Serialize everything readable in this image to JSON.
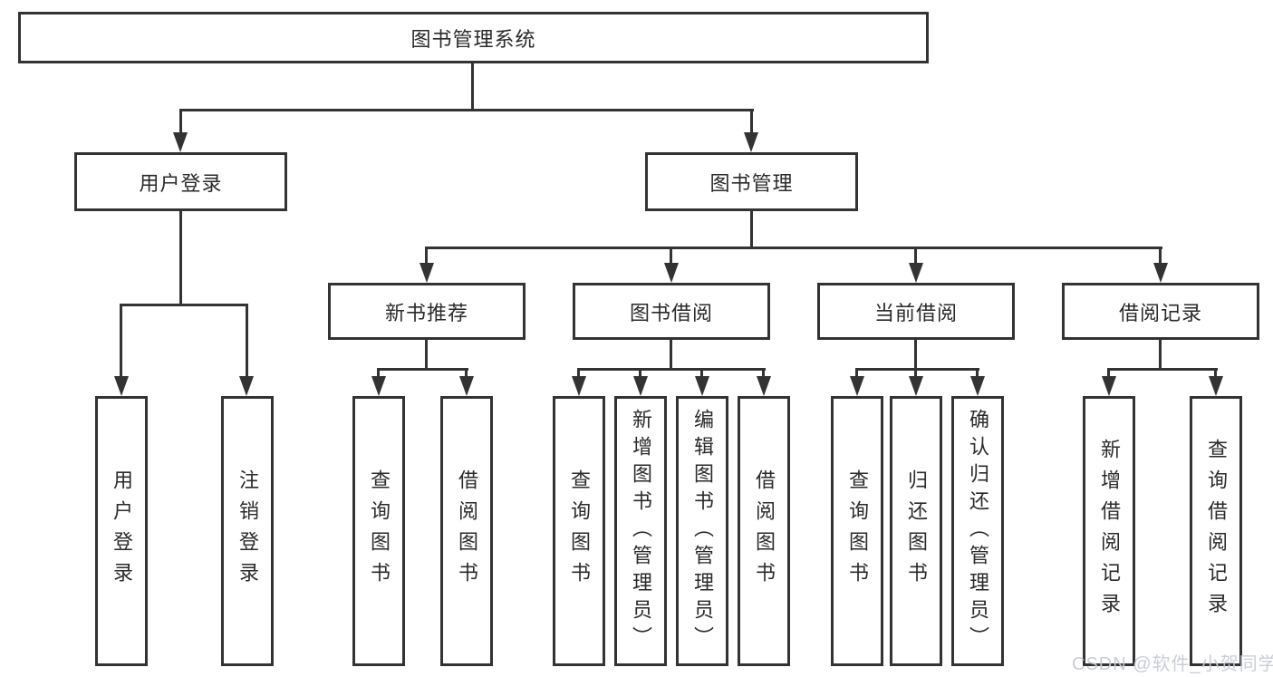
{
  "style": {
    "line_color": "#333333",
    "text_color": "#2a2a2a",
    "watermark_color": "#c9cbd5",
    "background": "#ffffff"
  },
  "tree": {
    "root": {
      "label": "图书管理系统"
    },
    "level2": [
      {
        "label": "用户登录",
        "children": [
          {
            "label": "用户登录"
          },
          {
            "label": "注销登录"
          }
        ]
      },
      {
        "label": "图书管理",
        "children": [
          {
            "label": "新书推荐",
            "children": [
              {
                "label": "查询图书"
              },
              {
                "label": "借阅图书"
              }
            ]
          },
          {
            "label": "图书借阅",
            "children": [
              {
                "label": "查询图书"
              },
              {
                "label": "新增图书（管理员）"
              },
              {
                "label": "编辑图书（管理员）"
              },
              {
                "label": "借阅图书"
              }
            ]
          },
          {
            "label": "当前借阅",
            "children": [
              {
                "label": "查询图书"
              },
              {
                "label": "归还图书"
              },
              {
                "label": "确认归还（管理员）"
              }
            ]
          },
          {
            "label": "借阅记录",
            "children": [
              {
                "label": "新增借阅记录"
              },
              {
                "label": "查询借阅记录"
              }
            ]
          }
        ]
      }
    ]
  },
  "watermark": {
    "text": "CSDN @软件_小贺同学"
  }
}
